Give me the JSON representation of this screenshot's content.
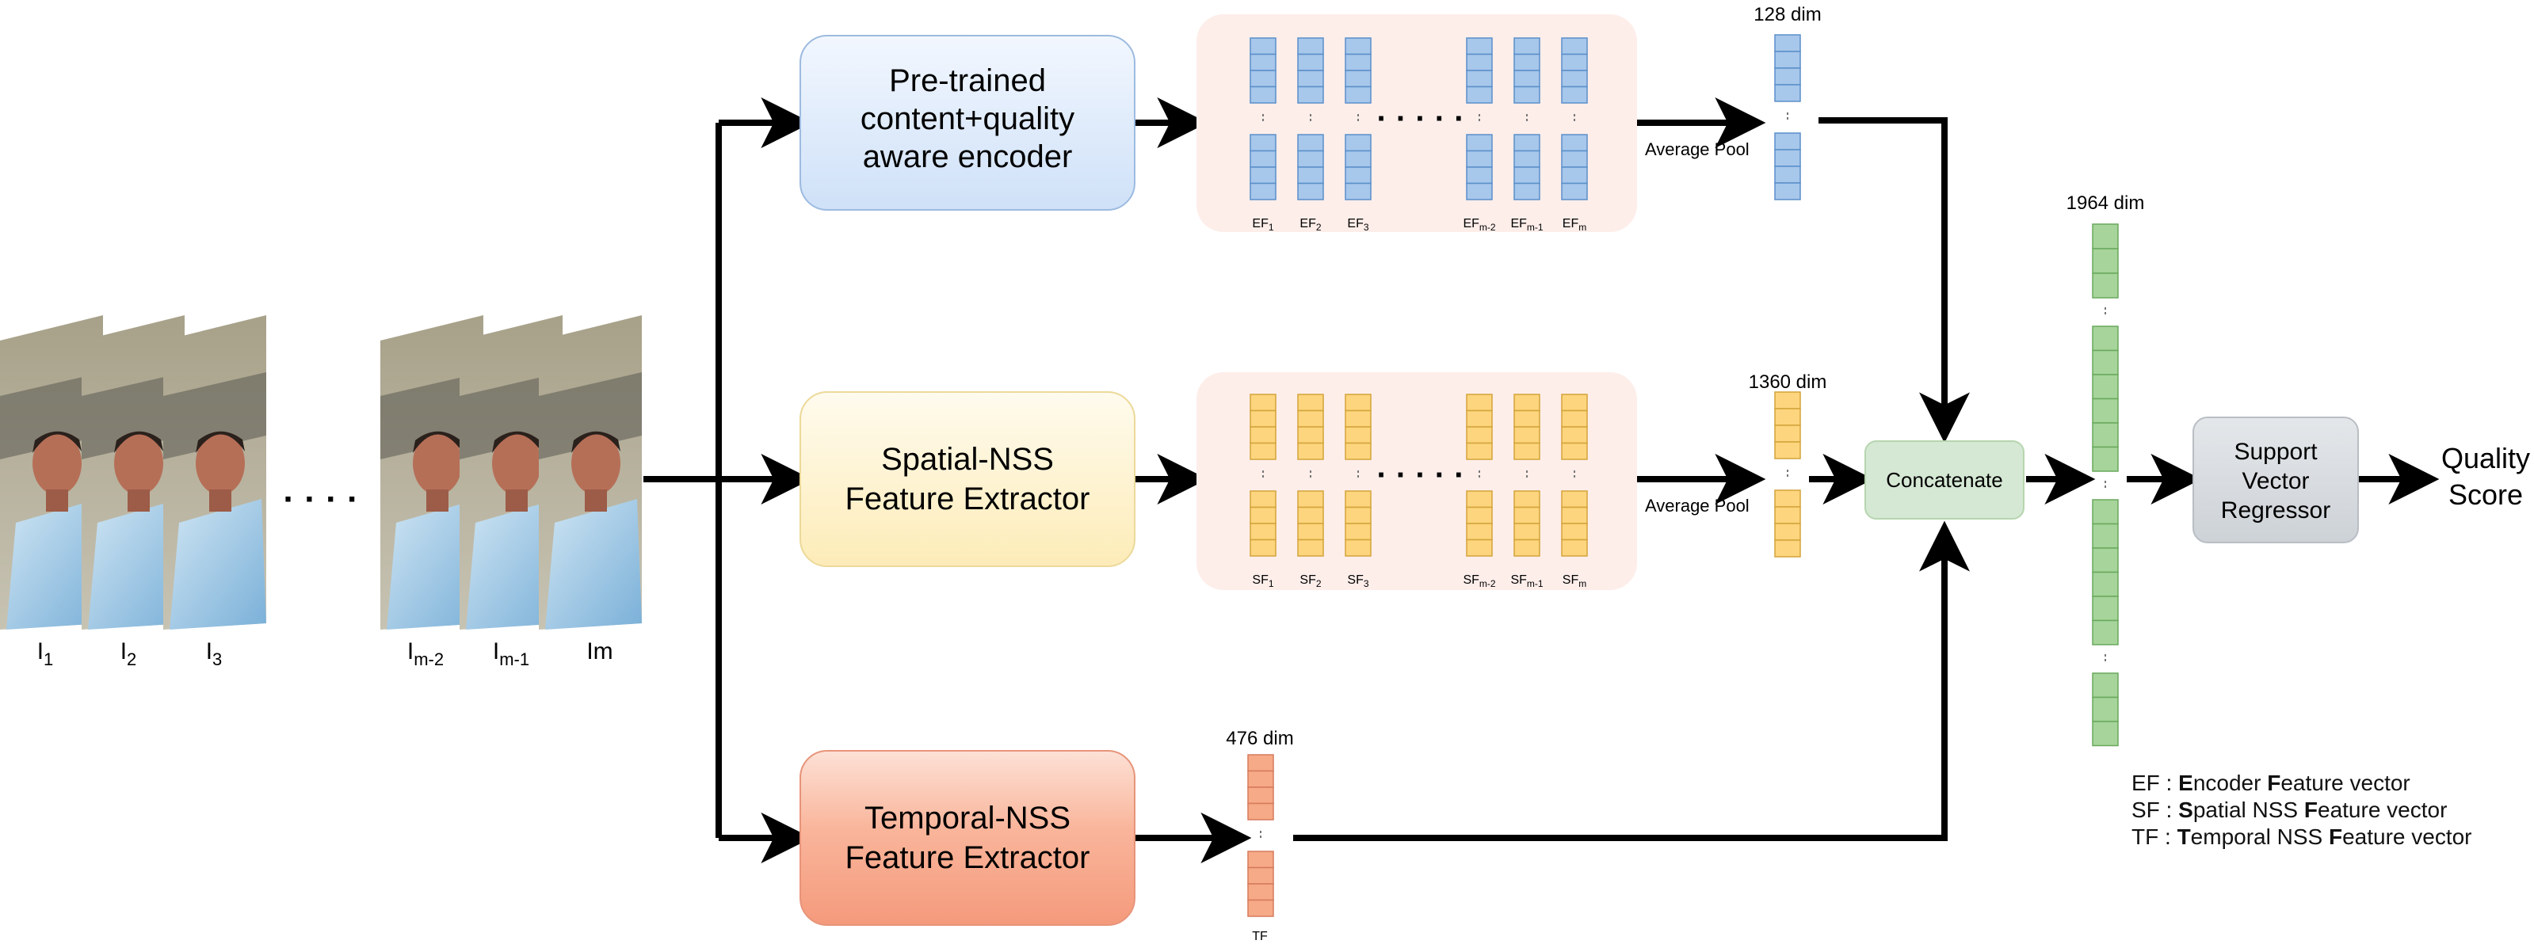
{
  "frames": {
    "labels": [
      {
        "base": "I",
        "sub": "1"
      },
      {
        "base": "I",
        "sub": "2"
      },
      {
        "base": "I",
        "sub": "3"
      },
      {
        "base": "I",
        "sub": "m-2"
      },
      {
        "base": "I",
        "sub": "m-1"
      },
      {
        "base": "Im",
        "sub": ""
      }
    ],
    "ellipsis": "· · · ·"
  },
  "blocks": {
    "encoder": [
      "Pre-trained",
      "content+quality",
      "aware encoder"
    ],
    "spatial": [
      "Spatial-NSS",
      "Feature Extractor"
    ],
    "temporal": [
      "Temporal-NSS",
      "Feature Extractor"
    ],
    "concat": "Concatenate",
    "svr": [
      "Support",
      "Vector",
      "Regressor"
    ],
    "output": [
      "Quality",
      "Score"
    ]
  },
  "feature_maps": {
    "encoder_labels": [
      {
        "base": "EF",
        "sub": "1"
      },
      {
        "base": "EF",
        "sub": "2"
      },
      {
        "base": "EF",
        "sub": "3"
      },
      {
        "base": "EF",
        "sub": "m-2"
      },
      {
        "base": "EF",
        "sub": "m-1"
      },
      {
        "base": "EF",
        "sub": "m"
      }
    ],
    "spatial_labels": [
      {
        "base": "SF",
        "sub": "1"
      },
      {
        "base": "SF",
        "sub": "2"
      },
      {
        "base": "SF",
        "sub": "3"
      },
      {
        "base": "SF",
        "sub": "m-2"
      },
      {
        "base": "SF",
        "sub": "m-1"
      },
      {
        "base": "SF",
        "sub": "m"
      }
    ],
    "ellipsis": "· · · · ·"
  },
  "pooling": {
    "label": "Average Pool"
  },
  "vectors": {
    "encoder_dim": "128 dim",
    "spatial_dim": "1360 dim",
    "temporal_dim": "476 dim",
    "temporal_label": "TF",
    "concat_dim": "1964 dim"
  },
  "legend": [
    {
      "abbr": "EF",
      "sep": " : ",
      "parts": [
        [
          "E",
          "ncoder "
        ],
        [
          "F",
          "eature vector"
        ]
      ]
    },
    {
      "abbr": "SF",
      "sep": " : ",
      "parts": [
        [
          "S",
          "patial NSS "
        ],
        [
          "F",
          "eature vector"
        ]
      ]
    },
    {
      "abbr": "TF",
      "sep": " : ",
      "parts": [
        [
          "T",
          "emporal NSS "
        ],
        [
          "F",
          "eature vector"
        ]
      ]
    }
  ],
  "colors": {
    "encoder_fill": "#dae8fc",
    "encoder_stroke": "#6c8ebf",
    "spatial_fill": "#fff2cc",
    "spatial_stroke": "#d6b656",
    "temporal_fill": "#f8a98b",
    "temporal_stroke": "#d7765a",
    "concat_fill": "#d5e8d4",
    "concat_stroke": "#82b366",
    "svr_fill": "#d6dadf",
    "svr_stroke": "#a8adb3",
    "panel_fill": "#fdeeea",
    "blue_cell": "#a7c7eb",
    "blue_cell_stroke": "#5b8fca",
    "yellow_cell": "#fdd57e",
    "yellow_cell_stroke": "#d3a43a",
    "orange_cell": "#f6aa87",
    "orange_cell_stroke": "#d67b5b",
    "green_cell": "#a6d49a",
    "green_cell_stroke": "#6aa85e"
  }
}
